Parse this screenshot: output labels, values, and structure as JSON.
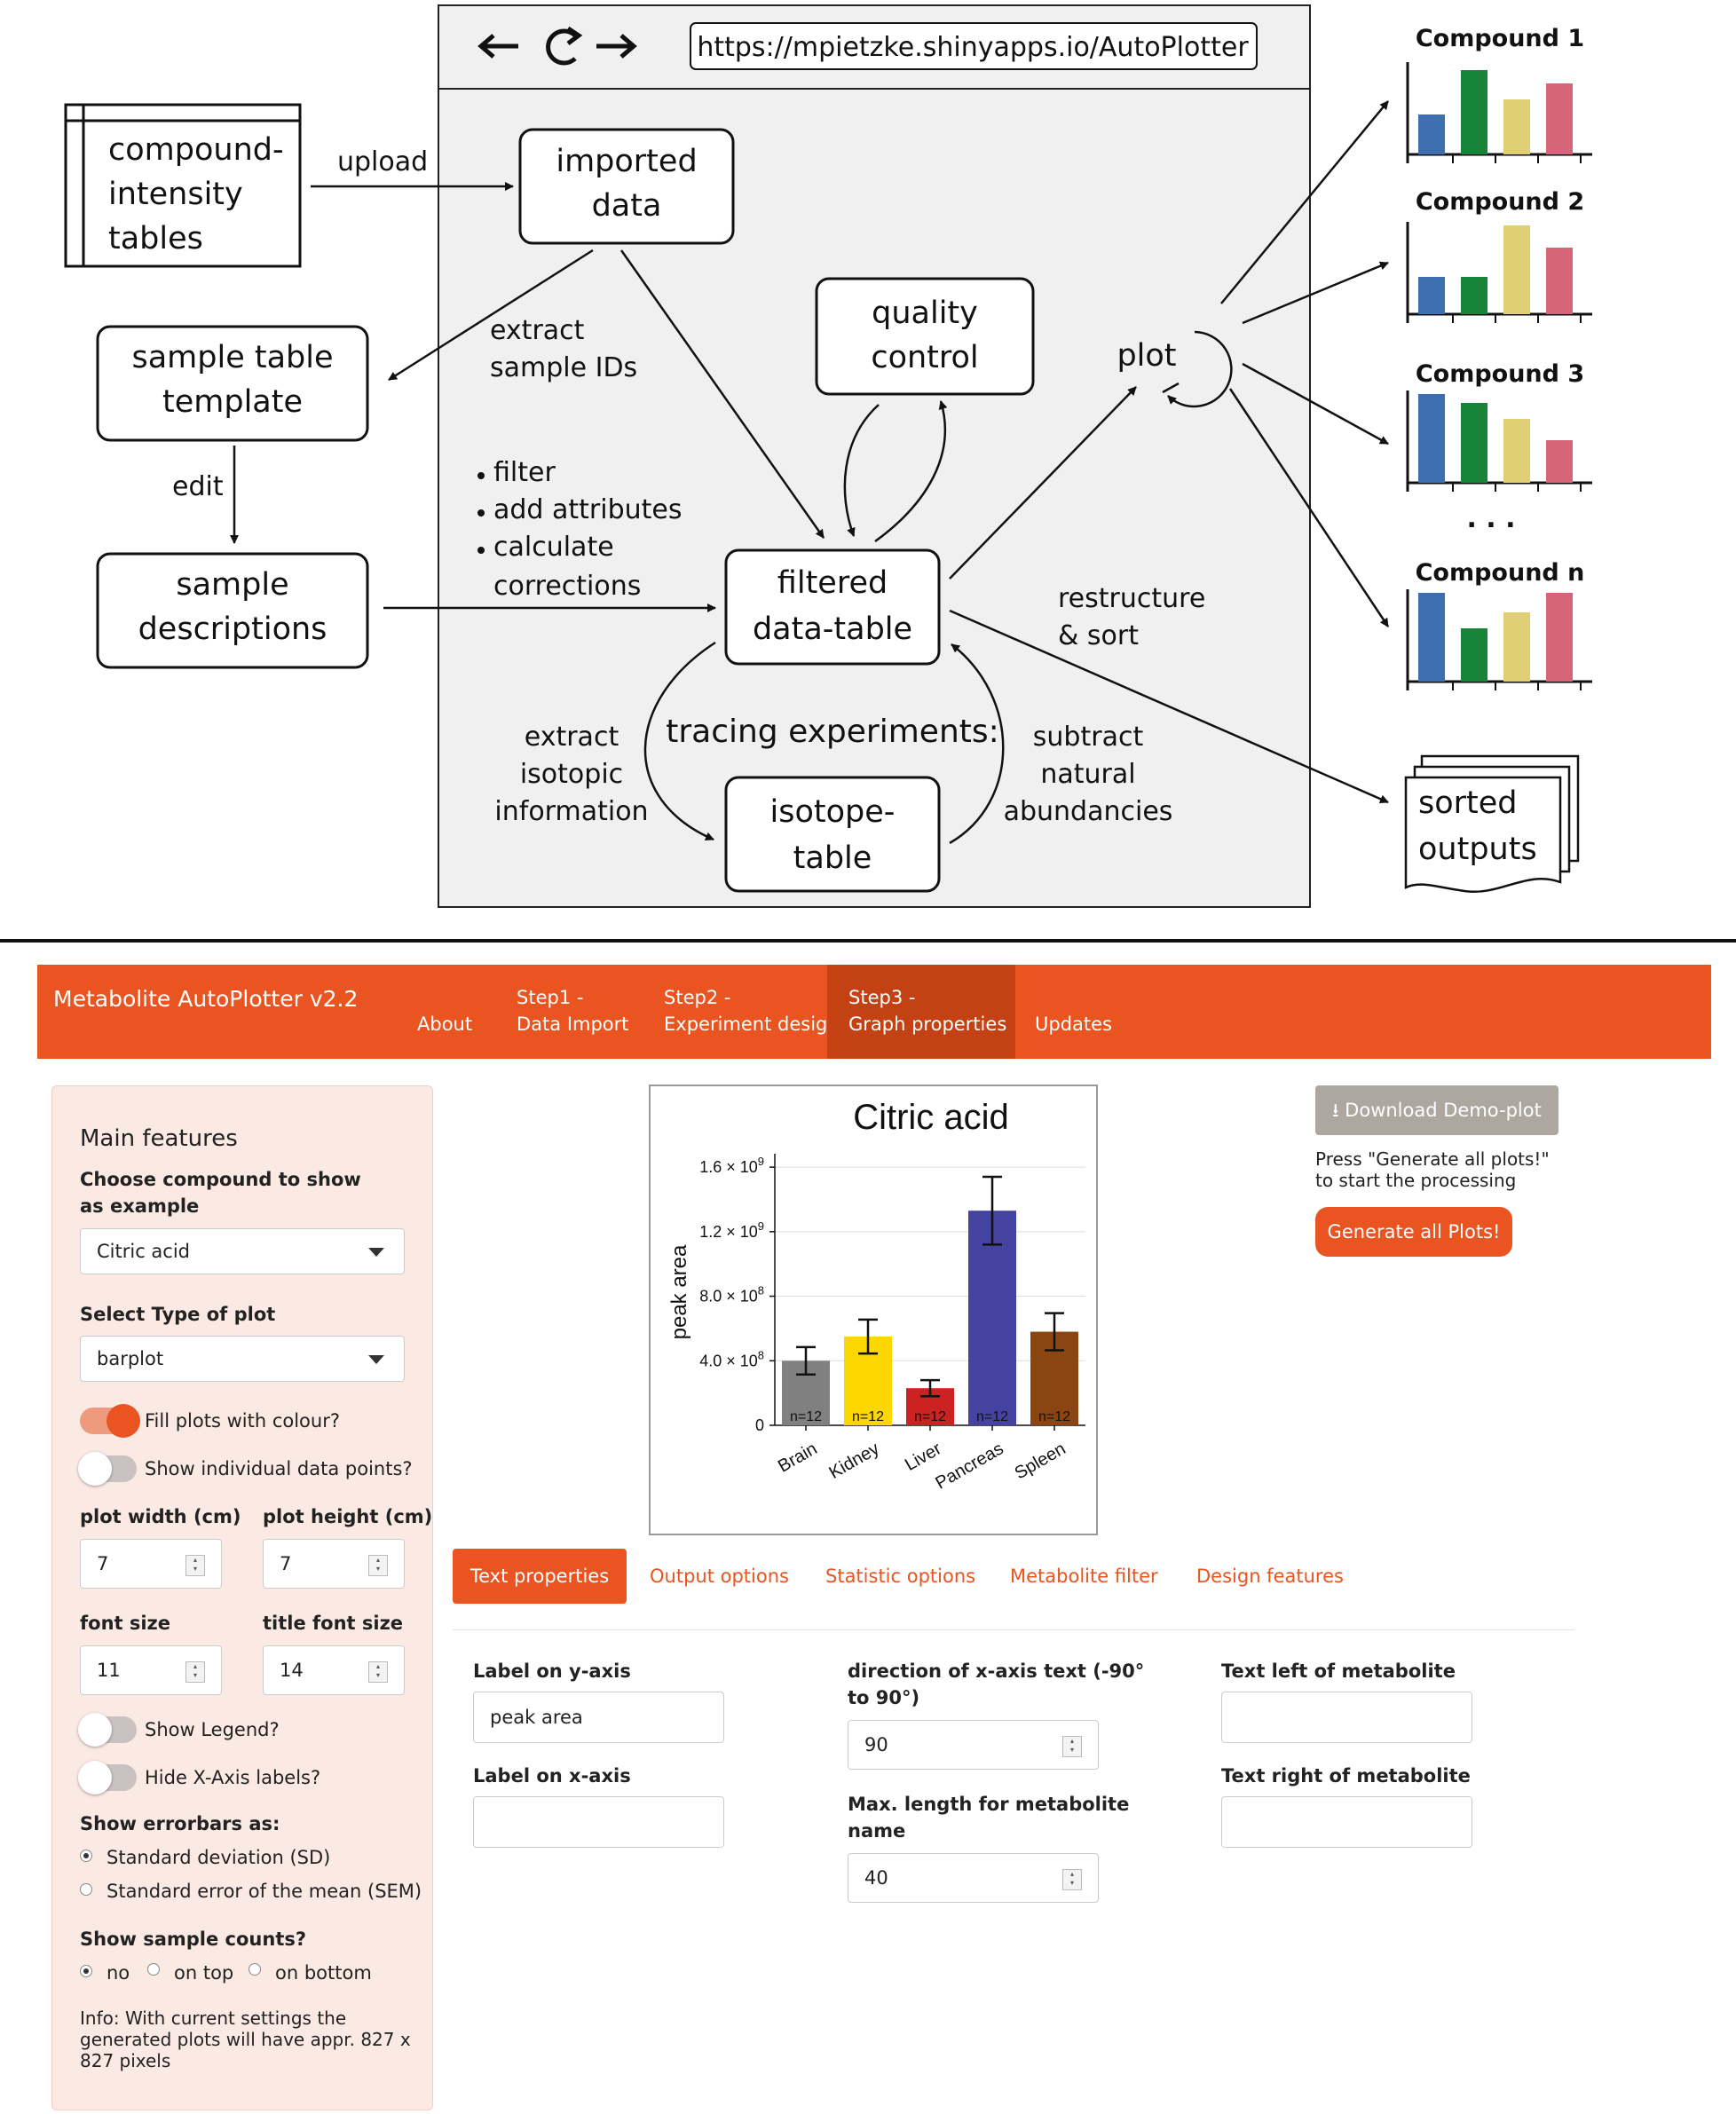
{
  "diagram": {
    "browser_url": "https://mpietzke.shinyapps.io/AutoPlotter",
    "table_label": [
      "compound-",
      "intensity",
      "tables"
    ],
    "upload": "upload",
    "imported_data": [
      "imported",
      "data"
    ],
    "extract_ids": [
      "extract",
      "sample IDs"
    ],
    "sample_template": [
      "sample table",
      "template"
    ],
    "edit": "edit",
    "sample_desc": [
      "sample",
      "descriptions"
    ],
    "bullets": [
      "filter",
      "add attributes",
      "calculate",
      "corrections"
    ],
    "quality_control": [
      "quality",
      "control"
    ],
    "filtered": [
      "filtered",
      "data-table"
    ],
    "plot": "plot",
    "restructure": [
      "restructure",
      "& sort"
    ],
    "tracing": "tracing experiments:",
    "extract_iso": [
      "extract",
      "isotopic",
      "information"
    ],
    "isotope_table": [
      "isotope-",
      "table"
    ],
    "subtract": [
      "subtract",
      "natural",
      "abundancies"
    ],
    "sorted_outputs": [
      "sorted",
      "outputs"
    ],
    "compounds": [
      "Compound 1",
      "Compound 2",
      "Compound 3",
      "Compound n"
    ],
    "ellipsis": ". . .",
    "compound_bar_values": [
      [
        0.45,
        0.95,
        0.62,
        0.8
      ],
      [
        0.42,
        0.42,
        1.0,
        0.75
      ],
      [
        1.0,
        0.9,
        0.72,
        0.48
      ],
      [
        1.0,
        0.6,
        0.78,
        1.0
      ]
    ],
    "compound_colors": [
      "#3e6fb0",
      "#18843a",
      "#e0cf74",
      "#d6657a"
    ]
  },
  "navbar": {
    "brand": "Metabolite AutoPlotter v2.2",
    "items": [
      {
        "line1": "",
        "line2": "About"
      },
      {
        "line1": "Step1 -",
        "line2": "Data Import"
      },
      {
        "line1": "Step2 -",
        "line2": "Experiment design"
      },
      {
        "line1": "Step3 -",
        "line2": "Graph properties"
      },
      {
        "line1": "",
        "line2": "Updates"
      }
    ],
    "active_index": 3
  },
  "sidebar": {
    "heading": "Main features",
    "compound_label": "Choose compound to show as example",
    "compound_value": "Citric acid",
    "plot_type_label": "Select Type of plot",
    "plot_type_value": "barplot",
    "fill_label": "Fill plots with colour?",
    "fill_on": true,
    "points_label": "Show individual data points?",
    "points_on": false,
    "width_label": "plot width (cm)",
    "width_value": "7",
    "height_label": "plot height (cm)",
    "height_value": "7",
    "font_label": "font size",
    "font_value": "11",
    "title_font_label": "title font size",
    "title_font_value": "14",
    "legend_label": "Show Legend?",
    "legend_on": false,
    "hide_x_label": "Hide X-Axis labels?",
    "hide_x_on": false,
    "errorbars_label": "Show errorbars as:",
    "errorbar_options": [
      "Standard deviation (SD)",
      "Standard error of the mean (SEM)"
    ],
    "errorbar_selected": 0,
    "counts_label": "Show sample counts?",
    "count_options": [
      "no",
      "on top",
      "on bottom"
    ],
    "count_selected": 0,
    "info": [
      "Info: With current settings the",
      "generated plots will have appr. 827 x",
      "827 pixels"
    ]
  },
  "chart_data": {
    "type": "bar",
    "title": "Citric acid",
    "ylabel": "peak area",
    "xlabel": "",
    "categories": [
      "Brain",
      "Kidney",
      "Liver",
      "Pancreas",
      "Spleen"
    ],
    "values": [
      400000000,
      550000000,
      230000000,
      1330000000,
      580000000
    ],
    "errors": [
      85000000,
      105000000,
      50000000,
      210000000,
      115000000
    ],
    "counts": [
      "n=12",
      "n=12",
      "n=12",
      "n=12",
      "n=12"
    ],
    "colors": [
      "#808080",
      "#ffd700",
      "#cc2222",
      "#4444a0",
      "#8b4513"
    ],
    "ylim": [
      0,
      1650000000
    ],
    "yticks": [
      0,
      400000000,
      800000000,
      1200000000,
      1600000000
    ],
    "ytick_labels": [
      {
        "mant": "0",
        "exp": ""
      },
      {
        "mant": "4.0 × 10",
        "exp": "8"
      },
      {
        "mant": "8.0 × 10",
        "exp": "8"
      },
      {
        "mant": "1.2 × 10",
        "exp": "9"
      },
      {
        "mant": "1.6 × 10",
        "exp": "9"
      }
    ],
    "x_tick_rotation": 30,
    "grid": "horizontal"
  },
  "right_panel": {
    "download_label": "Download Demo-plot",
    "hint": [
      "Press \"Generate all plots!\"",
      "to start the processing"
    ],
    "generate_label": "Generate all Plots!"
  },
  "tabs": [
    "Text properties",
    "Output options",
    "Statistic options",
    "Metabolite filter",
    "Design features"
  ],
  "active_tab": 0,
  "text_props": {
    "ylabel_label": "Label on y-axis",
    "ylabel_value": "peak area",
    "xlabel_label": "Label on x-axis",
    "xlabel_value": "",
    "dir_label": [
      "direction of x-axis text (-90°",
      "to 90°)"
    ],
    "dir_value": "90",
    "maxlen_label": [
      "Max. length for metabolite",
      "name"
    ],
    "maxlen_value": "40",
    "left_label": "Text left of metabolite",
    "left_value": "",
    "right_label": "Text right of metabolite",
    "right_value": ""
  }
}
